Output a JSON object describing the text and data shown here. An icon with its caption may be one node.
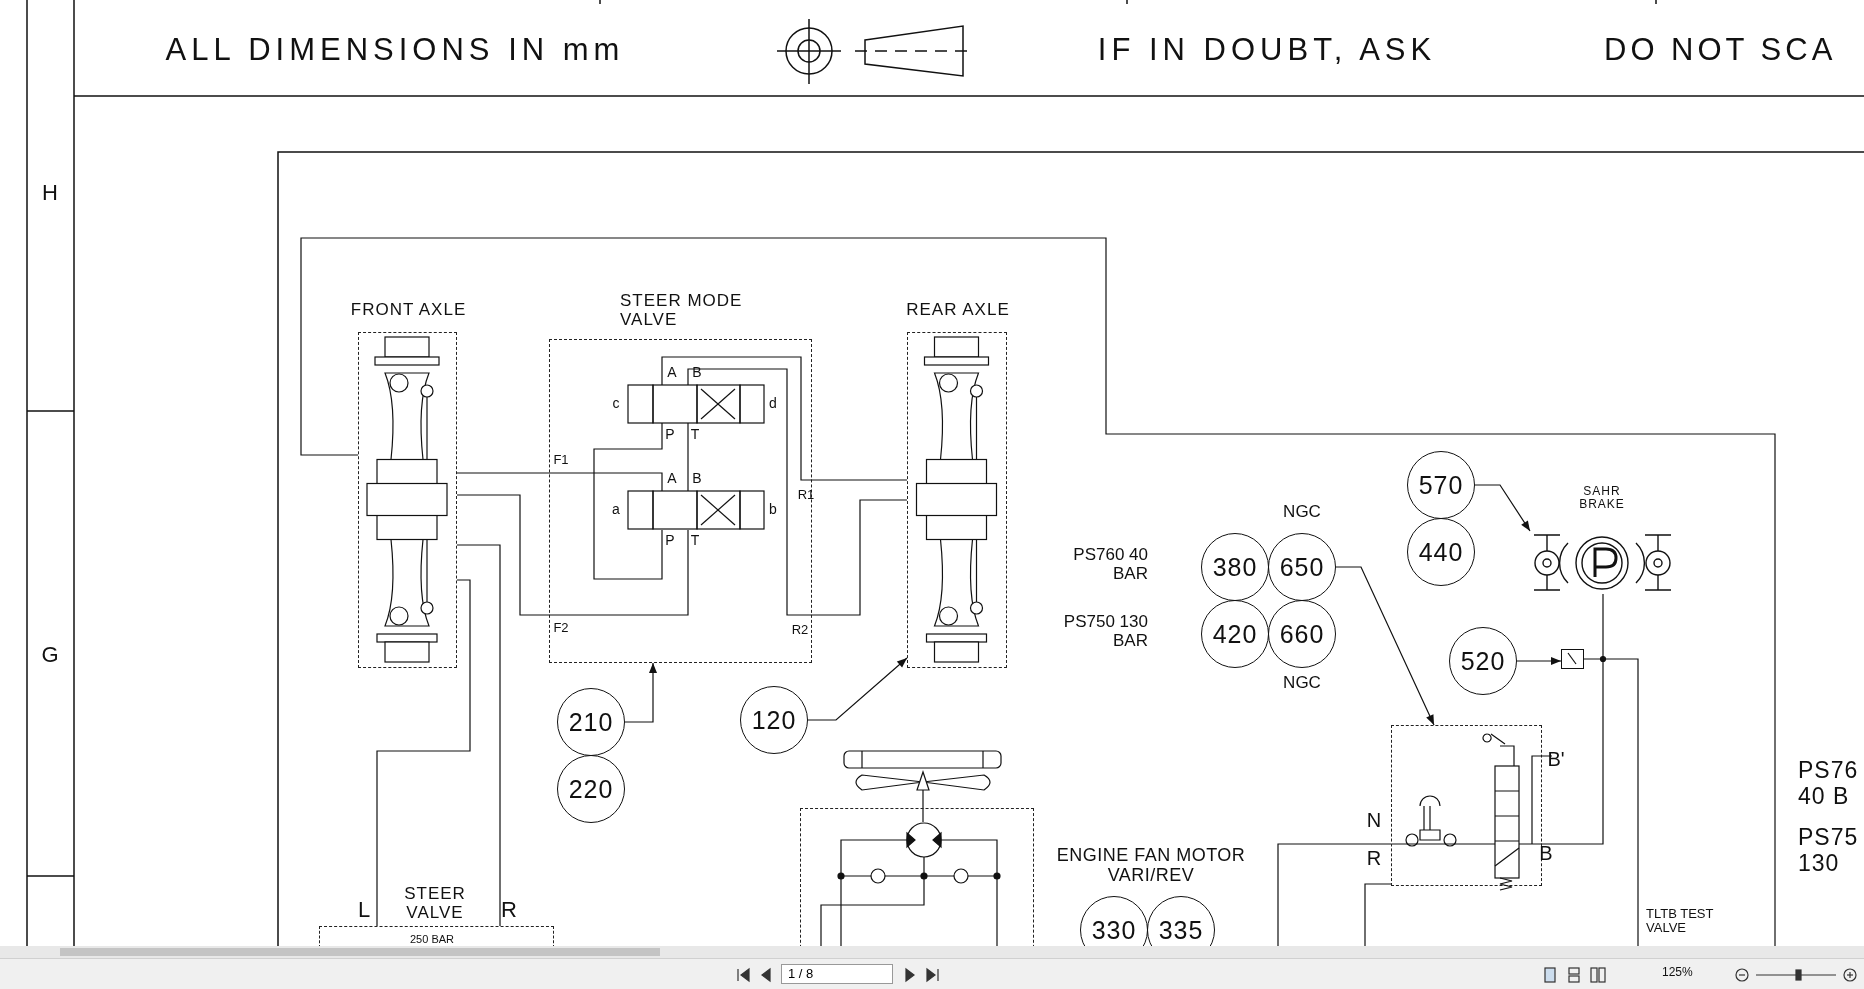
{
  "diagram": {
    "nodes": [
      {
        "text": [
          "FRONT AXLE"
        ]
      },
      {
        "text": [
          "STEER MODE VALVE"
        ]
      },
      {
        "text": [
          "REAR AXLE"
        ]
      },
      {
        "text": [
          "210"
        ]
      },
      {
        "text": [
          "220"
        ]
      },
      {
        "text": [
          "120"
        ]
      },
      {
        "text": [
          "380"
        ],
        "beside": [
          "PS760 40 BAR"
        ]
      },
      {
        "text": [
          "650"
        ],
        "beside": [
          "NGC"
        ]
      },
      {
        "text": [
          "420"
        ],
        "beside": [
          "PS750 130 BAR"
        ]
      },
      {
        "text": [
          "660"
        ],
        "beside": [
          "NGC"
        ]
      },
      {
        "text": [
          "570"
        ]
      },
      {
        "text": [
          "440"
        ]
      },
      {
        "text": [
          "SAHR BRAKE"
        ]
      },
      {
        "text": [
          "520"
        ]
      },
      {
        "text": [],
        "shape": "box"
      },
      {
        "text": [],
        "shape": "box",
        "beside": [
          "N",
          "R",
          "B'",
          "B"
        ]
      },
      {
        "text": [],
        "shape": "box"
      },
      {
        "text": [
          "330"
        ]
      },
      {
        "text": [
          "335"
        ]
      },
      {
        "text": [
          "STEER VALVE",
          "250 BAR"
        ]
      }
    ],
    "edges": [
      {
        "from": 3,
        "to": 1,
        "arrow": "to"
      },
      {
        "from": 5,
        "to": 2,
        "arrow": "to"
      },
      {
        "from": 7,
        "to": 15,
        "arrow": "to"
      },
      {
        "from": 10,
        "to": 12,
        "arrow": "to"
      },
      {
        "from": 13,
        "to": 14,
        "arrow": "to"
      },
      {
        "from": 0,
        "to": 1,
        "arrow": "none"
      },
      {
        "from": 0,
        "to": 1,
        "arrow": "none"
      },
      {
        "from": 1,
        "to": 2,
        "arrow": "none"
      },
      {
        "from": 1,
        "to": 2,
        "arrow": "none"
      },
      {
        "from": 0,
        "to": 19,
        "arrow": "none"
      },
      {
        "from": 0,
        "to": 19,
        "arrow": "none"
      },
      {
        "from": 12,
        "to": 15,
        "arrow": "none"
      },
      {
        "from": 0,
        "to": null,
        "arrow": "none"
      }
    ],
    "labels": [
      "ALL DIMENSIONS IN mm",
      "IF IN DOUBT, ASK",
      "DO NOT SCA",
      "H",
      "G",
      "A",
      "B",
      "c",
      "d",
      "P",
      "T",
      "A",
      "B",
      "a",
      "b",
      "P",
      "T",
      "F1",
      "F2",
      "R1",
      "R2",
      "L",
      "R",
      "ENGINE FAN MOTOR VARI/REV",
      "TLTB TEST VALVE",
      "PS76",
      "40 B",
      "PS75",
      "130",
      "1 / 8",
      "125%"
    ]
  }
}
